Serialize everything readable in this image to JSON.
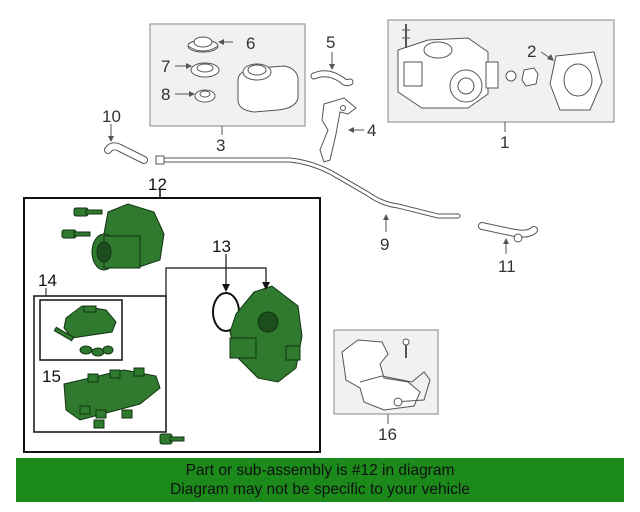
{
  "callouts": {
    "c1": "1",
    "c2": "2",
    "c3": "3",
    "c4": "4",
    "c5": "5",
    "c6": "6",
    "c7": "7",
    "c8": "8",
    "c9": "9",
    "c10": "10",
    "c11": "11",
    "c12": "12",
    "c13": "13",
    "c14": "14",
    "c15": "15",
    "c16": "16"
  },
  "banner": {
    "line1": "Part or sub-assembly is #12 in diagram",
    "line2": "Diagram may not be specific to your vehicle"
  },
  "colors": {
    "highlight_green": "#1b8a1b",
    "part_green": "#2f7a2f",
    "line_gray": "#888888"
  }
}
